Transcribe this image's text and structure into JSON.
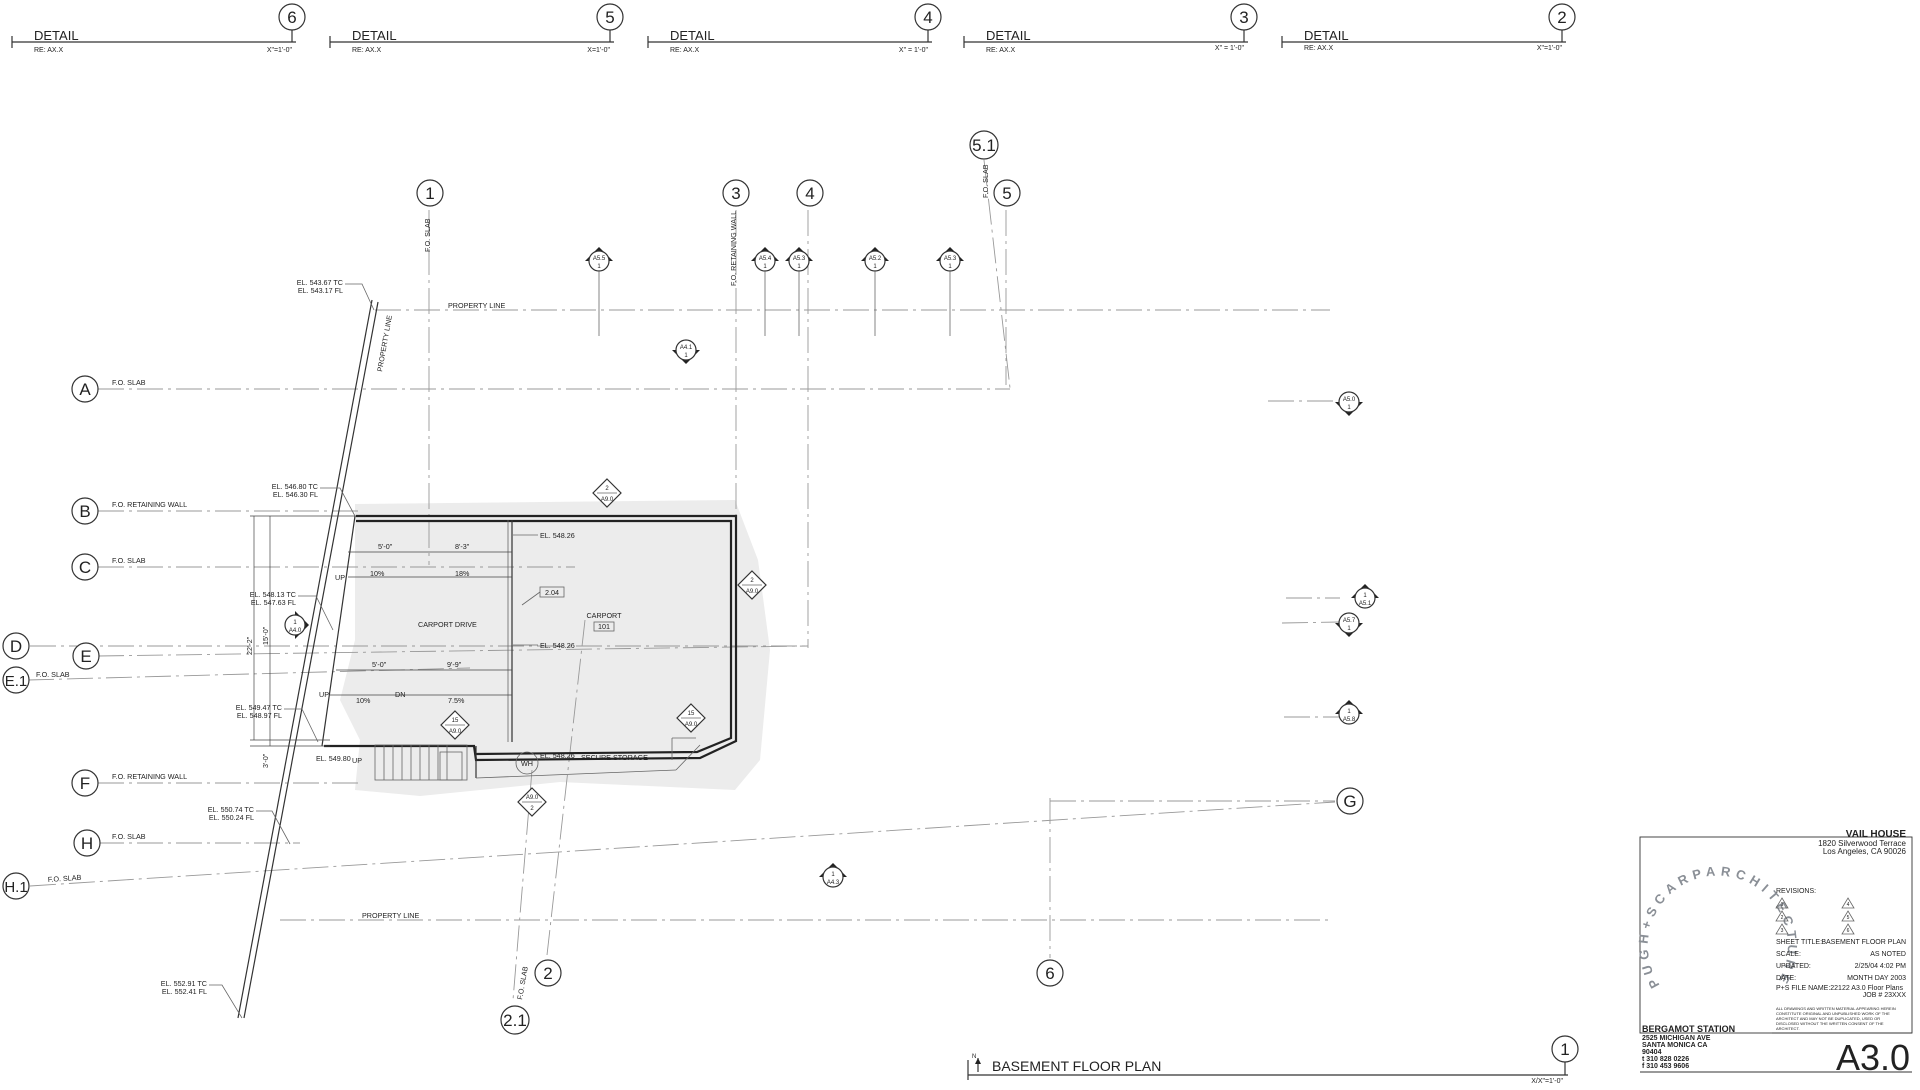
{
  "detail_headers": [
    {
      "number": "6",
      "title": "DETAIL",
      "ref": "RE: AX.X",
      "scale": "X\"=1'-0\""
    },
    {
      "number": "5",
      "title": "DETAIL",
      "ref": "RE: AX.X",
      "scale": "X=1'-0\""
    },
    {
      "number": "4",
      "title": "DETAIL",
      "ref": "RE: AX.X",
      "scale": "X\" = 1'-0\""
    },
    {
      "number": "3",
      "title": "DETAIL",
      "ref": "RE: AX.X",
      "scale": "X\" = 1'-0\""
    },
    {
      "number": "2",
      "title": "DETAIL",
      "ref": "RE: AX.X",
      "scale": "X\"=1'-0\""
    }
  ],
  "grid_top": [
    "1",
    "3",
    "4",
    "5.1",
    "5"
  ],
  "grid_bottom": [
    "2",
    "2.1",
    "6"
  ],
  "grid_left": [
    "A",
    "B",
    "C",
    "D",
    "E",
    "E.1",
    "F",
    "H",
    "H.1"
  ],
  "grid_right": [
    "G"
  ],
  "vertical_notes": {
    "fo_slab_1": "F.O. SLAB",
    "fo_retaining_3": "F.O. RETAINING WALL",
    "fo_slab_5": "F.O. SLAB",
    "fo_slab_2": "F.O. SLAB",
    "property_line": "PROPERTY LINE"
  },
  "grid_notes": {
    "A": "F.O. SLAB",
    "B": "F.O. RETAINING WALL",
    "C": "F.O. SLAB",
    "E1": "F.O. SLAB",
    "F": "F.O. RETAINING WALL",
    "H": "F.O. SLAB",
    "H1": "F.O. SLAB"
  },
  "property_line_top": "PROPERTY LINE",
  "property_line_bottom": "PROPERTY LINE",
  "elevations": {
    "e1": [
      "EL. 543.67 TC",
      "EL. 543.17 FL"
    ],
    "e2": [
      "EL. 546.80 TC",
      "EL. 546.30 FL"
    ],
    "e3": [
      "EL. 548.13 TC",
      "EL. 547.63 FL"
    ],
    "e4": [
      "EL. 549.47 TC",
      "EL. 548.97 FL"
    ],
    "e5": [
      "EL. 550.74 TC",
      "EL. 550.24 FL"
    ],
    "e6": [
      "EL. 552.91 TC",
      "EL. 552.41 FL"
    ],
    "room1": "EL. 548.26",
    "room2": "EL. 548.26",
    "storage": "EL. 548.26",
    "stair": "EL. 549.80"
  },
  "dimensions": {
    "d1": "5'-0\"",
    "d2": "8'-3\"",
    "d3": "5'-0\"",
    "d4": "9'-9\"",
    "slope1": "10%",
    "slope2": "18%",
    "slope3": "10%",
    "slope4": "7.5%",
    "v1": "22'-2\"",
    "v2": "15'-0\"",
    "v3": "3'-0\""
  },
  "room_labels": {
    "drive": "CARPORT DRIVE",
    "carport": "CARPORT",
    "carport_no": "101",
    "storage": "SECURE STORAGE",
    "wh": "WH",
    "tag_204": "2.04",
    "up1": "UP",
    "up2": "UP",
    "up3": "UP",
    "dn": "DN"
  },
  "section_marks": [
    {
      "top": "A5.5",
      "bottom": "1"
    },
    {
      "top": "A5.4",
      "bottom": "1"
    },
    {
      "top": "A5.3",
      "bottom": "1"
    },
    {
      "top": "A5.2",
      "bottom": "1"
    },
    {
      "top": "A5.3",
      "bottom": "1"
    },
    {
      "top": "A4.1",
      "bottom": "1"
    },
    {
      "top": "A5.0",
      "bottom": "1"
    },
    {
      "top": "1",
      "bottom": "A5.1"
    },
    {
      "top": "A5.7",
      "bottom": "1"
    },
    {
      "top": "1",
      "bottom": "A5.8"
    },
    {
      "top": "1",
      "bottom": "A4.0"
    },
    {
      "top": "1",
      "bottom": "A4.3"
    }
  ],
  "detail_tags": [
    {
      "top": "2",
      "bottom": "A9.0"
    },
    {
      "top": "2",
      "bottom": "A9.0"
    },
    {
      "top": "15",
      "bottom": "A9.0"
    },
    {
      "top": "15",
      "bottom": "A9.0"
    },
    {
      "top": "A9.0",
      "bottom": "2"
    }
  ],
  "plan_title": {
    "number": "1",
    "title": "BASEMENT FLOOR PLAN",
    "scale": "X/X\"=1'-0\"",
    "north": "N"
  },
  "title_block": {
    "project": "VAIL HOUSE",
    "address1": "1820 Silverwood Terrace",
    "address2": "Los Angeles, CA  90026",
    "logo_text": "PUGH+SCARPARCHITECTURE",
    "revisions_label": "REVISIONS:",
    "revision_numbers": [
      "1",
      "2",
      "3",
      "4",
      "5",
      "6"
    ],
    "rows": [
      {
        "label": "SHEET TITLE:",
        "value": "BASEMENT FLOOR PLAN"
      },
      {
        "label": "SCALE:",
        "value": "AS NOTED"
      },
      {
        "label": "UPDATED:",
        "value": "2/25/04 4:02 PM"
      },
      {
        "label": "DATE:",
        "value": "MONTH DAY  2003"
      }
    ],
    "file_name": "P+S FILE NAME:22122 A3.0 Floor Plans",
    "job": "JOB # 23XXX",
    "disclaimer": [
      "ALL DRAWINGS AND WRITTEN MATERIAL APPEARING HEREIN",
      "CONSTITUTE ORIGINAL AND UNPUBLISHED WORK OF THE",
      "ARCHITECT AND MAY NOT BE DUPLICATED, USED OR",
      "DISCLOSED WITHOUT THE WRITTEN CONSENT OF THE",
      "ARCHITECT."
    ],
    "office": "BERGAMOT STATION",
    "office_lines": [
      "2525 MICHIGAN AVE",
      "SANTA  MONICA   CA",
      "90404",
      "t 310 828 0226",
      "f 310 453 9606"
    ],
    "sheet_number": "A3.0"
  },
  "colors": {
    "ink": "#222222",
    "grid": "#999999",
    "earth": "#ececec",
    "logo": "#8a8f96"
  }
}
